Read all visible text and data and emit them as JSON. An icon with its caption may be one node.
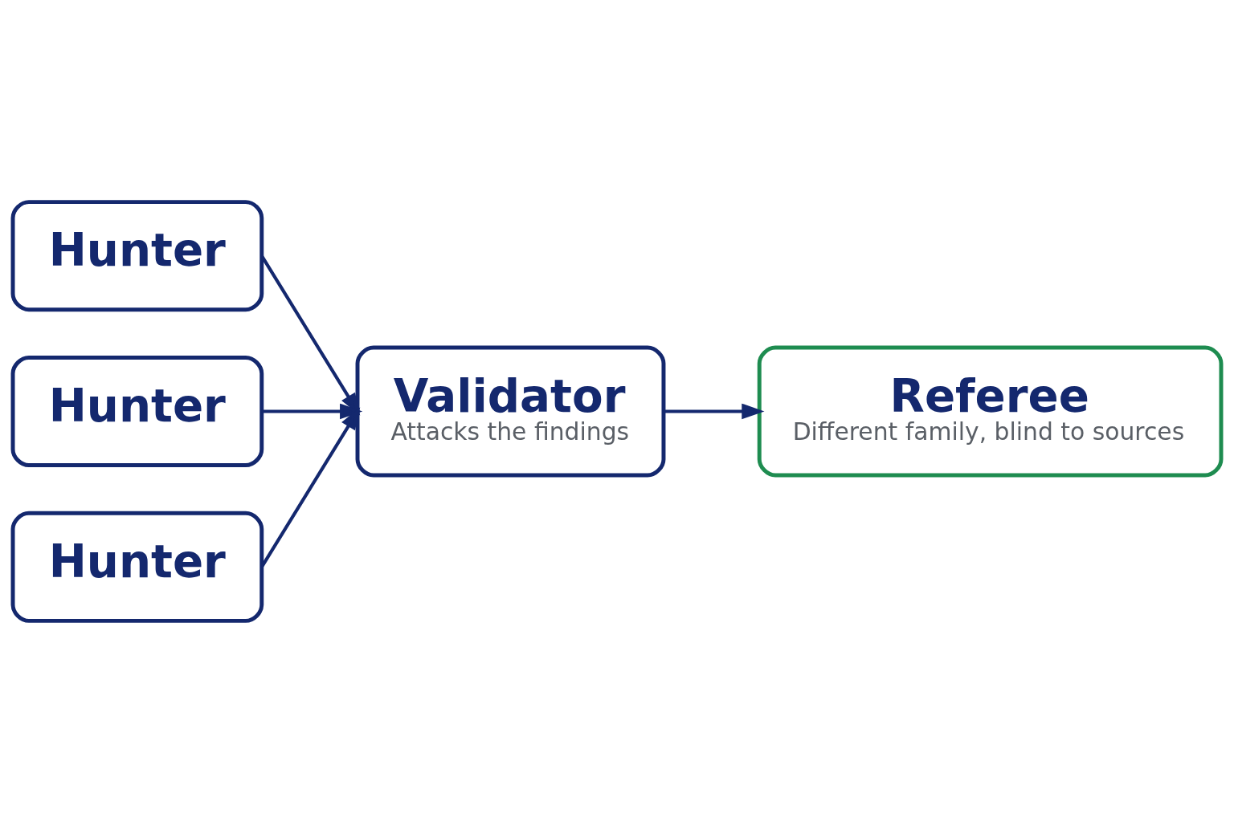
{
  "diagram": {
    "nodes": [
      {
        "text": [
          "Hunter"
        ]
      },
      {
        "text": [
          "Hunter"
        ]
      },
      {
        "text": [
          "Hunter"
        ]
      },
      {
        "text": [
          "Validator",
          "Attacks the findings"
        ]
      },
      {
        "text": [
          "Referee",
          "Different family, blind to sources"
        ]
      }
    ],
    "edges": [
      {
        "from": 0,
        "to": 3,
        "arrow": "to"
      },
      {
        "from": 1,
        "to": 3,
        "arrow": "to"
      },
      {
        "from": 2,
        "to": 3,
        "arrow": "to"
      },
      {
        "from": 3,
        "to": 4,
        "arrow": "to"
      }
    ]
  }
}
